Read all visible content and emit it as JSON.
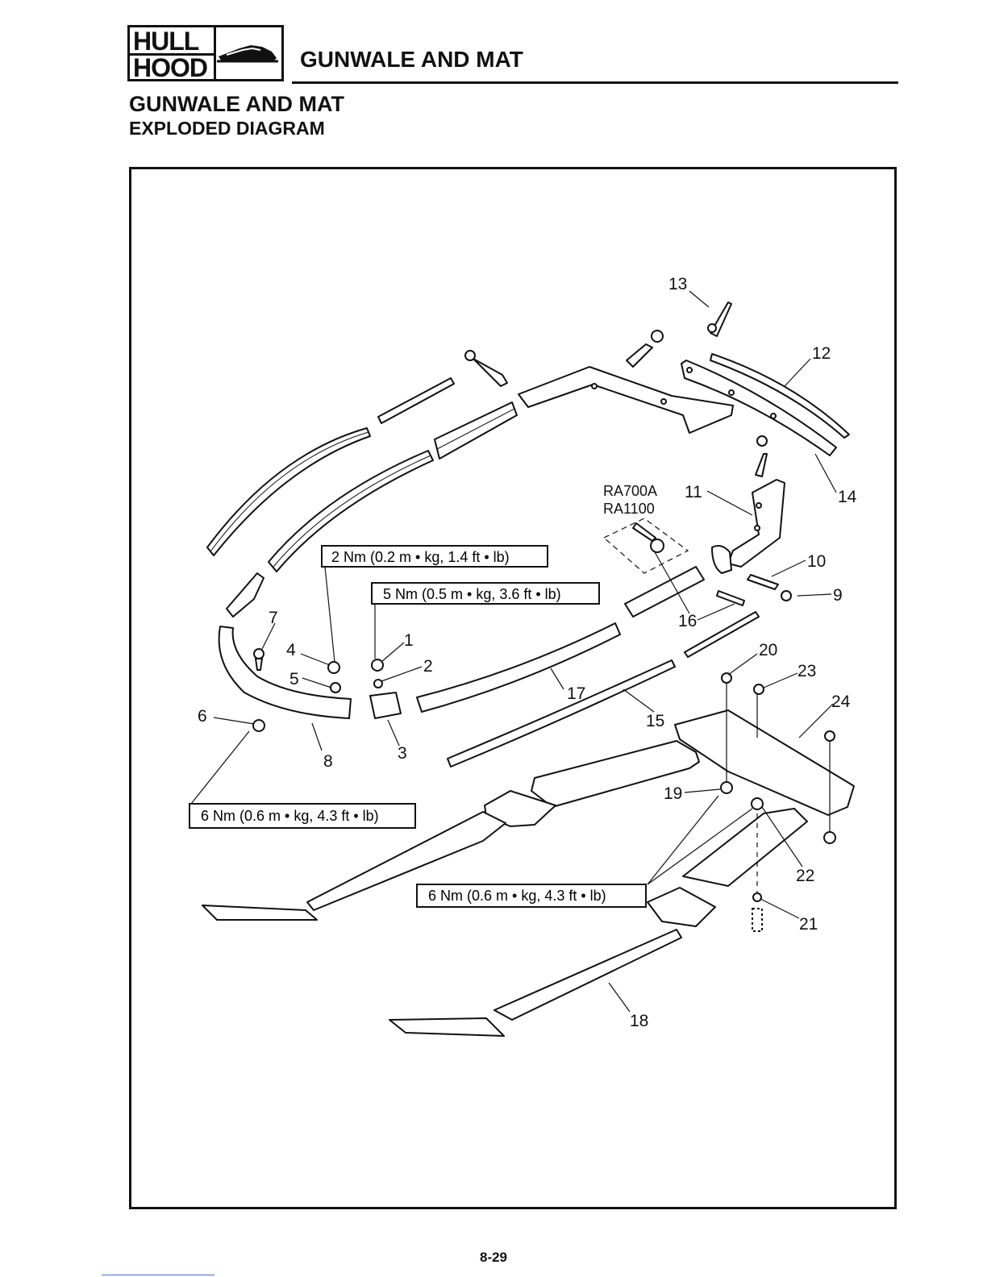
{
  "tab": {
    "line1": "HULL",
    "line2": "HOOD",
    "icon": "watercraft-icon"
  },
  "header": {
    "title": "GUNWALE AND MAT"
  },
  "section": {
    "title": "GUNWALE AND MAT",
    "subtitle": "EXPLODED DIAGRAM"
  },
  "diagram": {
    "callouts": [
      "1",
      "2",
      "3",
      "4",
      "5",
      "6",
      "7",
      "8",
      "9",
      "10",
      "11",
      "12",
      "13",
      "14",
      "15",
      "16",
      "17",
      "18",
      "19",
      "20",
      "21",
      "22",
      "23",
      "24"
    ],
    "model_note_1": "RA700A",
    "model_note_2": "RA1100",
    "torque_1": "2 Nm (0.2 m • kg, 1.4 ft • lb)",
    "torque_2": "5 Nm (0.5 m • kg, 3.6 ft • lb)",
    "torque_3": "6 Nm (0.6 m • kg, 4.3 ft • lb)",
    "torque_4": "6 Nm (0.6 m • kg, 4.3 ft • lb)"
  },
  "footer": {
    "page_number": "8-29"
  }
}
